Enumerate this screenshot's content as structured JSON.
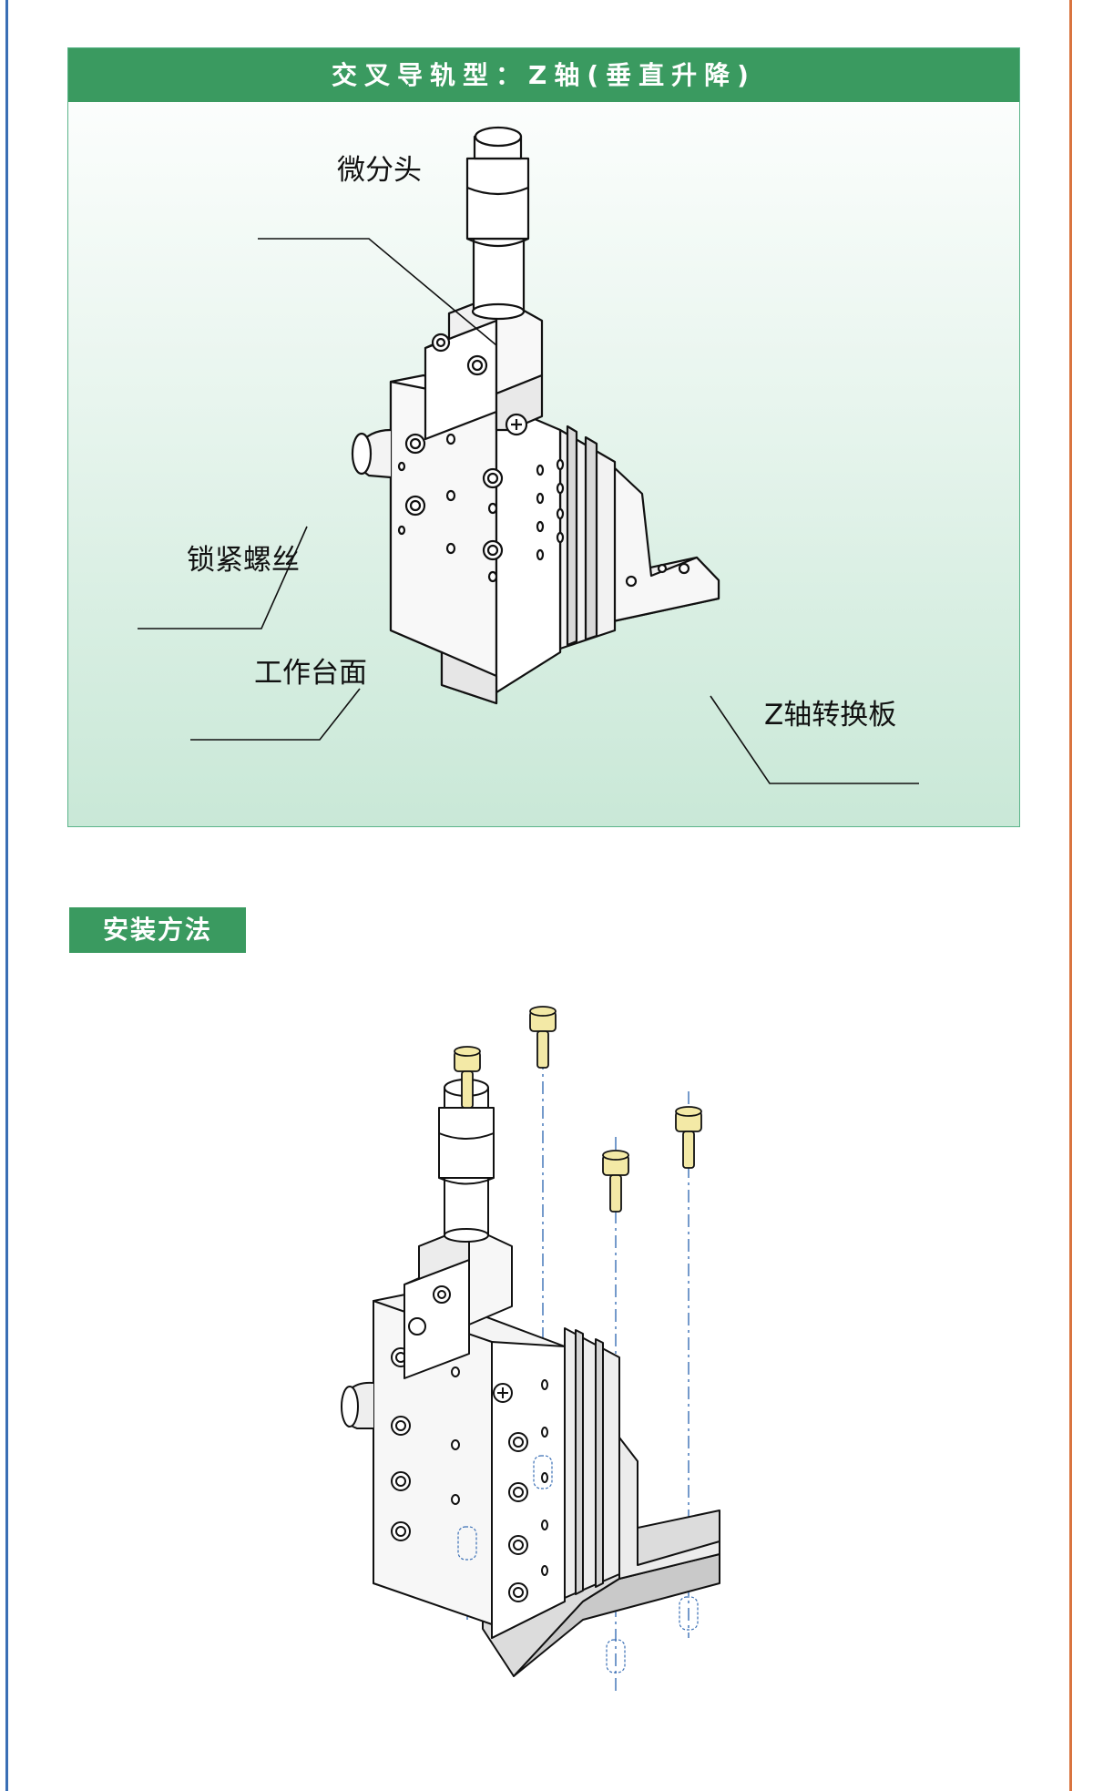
{
  "panel1": {
    "title": "交叉导轨型：Z轴(垂直升降)",
    "labels": {
      "micrometer": "微分头",
      "lock_screw": "锁紧螺丝",
      "work_table": "工作台面",
      "z_plate": "Z轴转换板"
    }
  },
  "section2": {
    "title": "安装方法"
  },
  "colors": {
    "accent": "#3a9a60",
    "left_rule": "#3a6fb5",
    "right_rule": "#d9743f",
    "screw": "#f3e9a6"
  }
}
